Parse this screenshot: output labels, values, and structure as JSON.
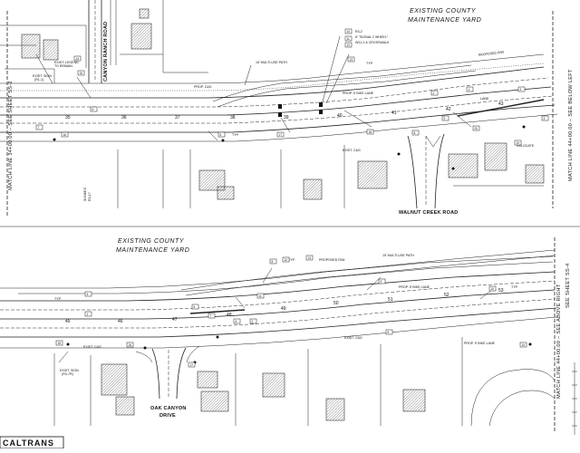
{
  "upper_panel": {
    "match_line_left": "MATCH LINE 34+00.00 – SEE SHEET SS-2",
    "match_line_right": "MATCH LINE 44+00.00 – SEE BELOW LEFT",
    "road_top_left": "CANYON RANCH ROAD",
    "road_bottom": "WALNUT CREEK ROAD",
    "yard_label_line1": "EXISTING COUNTY",
    "yard_label_line2": "MAINTENANCE YARD",
    "stations": [
      "35",
      "36",
      "37",
      "38",
      "39",
      "40",
      "41",
      "42",
      "43"
    ],
    "notes": {
      "path": "15' MULTI-USE PATH",
      "prop_row": "PROPOSED R/W",
      "prop_bike": "PROP. 5' BIKE LANE",
      "prop_cg": "PROP. C&G",
      "exist_cg": "EXIST. C&G",
      "typ": "TYP.",
      "signal": "6' \"SIGNAL 2 WHEEL\"",
      "crosswalk": "W11-2 & CROSSWALK",
      "r1": "R3-2",
      "exist_sign": "EXIST. SIGN",
      "sign_code": "(R1-1)",
      "lane": "LANE",
      "relocate": "RELOCATE",
      "exist_legend": "EXIST. LEGEND",
      "to_remain": "TO REMAIN",
      "w_bikes": "W BIKES",
      "bike_lane_sign": "R3-17"
    },
    "callouts": [
      "10",
      "11",
      "12",
      "13",
      "14",
      "15",
      "16",
      "17",
      "18",
      "19",
      "20",
      "1",
      "2",
      "3",
      "4",
      "5",
      "6",
      "7",
      "8",
      "9"
    ]
  },
  "lower_panel": {
    "match_line_right": "MATCH LINE 44+00.00 – SEE ABOVE RIGHT",
    "match_line_right_b": "SEE SHEET SS-4",
    "road_bottom_line1": "OAK CANYON",
    "road_bottom_line2": "DRIVE",
    "yard_label_line1": "EXISTING COUNTY",
    "yard_label_line2": "MAINTENANCE YARD",
    "stations": [
      "45",
      "46",
      "47",
      "48",
      "49",
      "50",
      "51",
      "52",
      "53"
    ],
    "notes": {
      "path": "15' MULTI-USE PATH",
      "prop_row": "PROPOSED R/W",
      "prop_bike": "PROP. 5' BIKE LANE",
      "exist_cg": "EXIST. C&G",
      "typ": "TYP.",
      "exist_sign": "EXIST. SIGN",
      "sign_code": "(R3-7R)"
    },
    "callouts": [
      "1",
      "2",
      "3",
      "4",
      "5",
      "6",
      "7",
      "8",
      "9",
      "10",
      "11",
      "12",
      "13",
      "14",
      "15",
      "16",
      "17"
    ]
  },
  "logo": "CALTRANS"
}
